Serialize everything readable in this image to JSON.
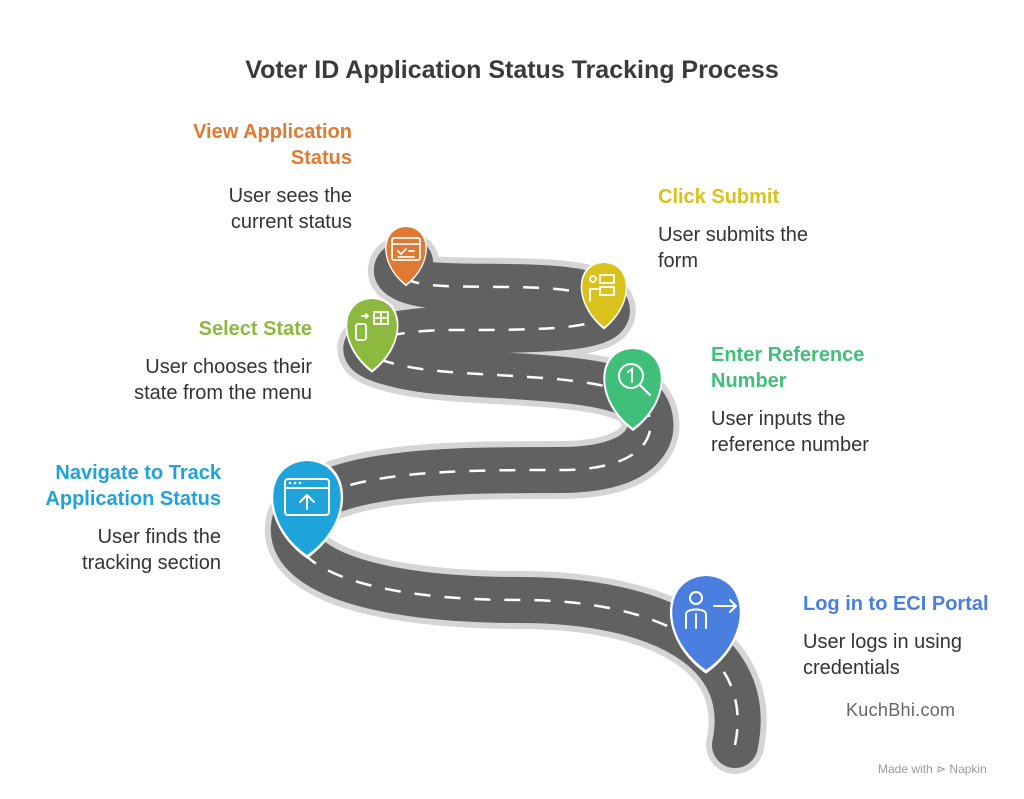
{
  "title": "Voter ID Application Status Tracking Process",
  "steps": [
    {
      "heading": "Log in to ECI Portal",
      "description": "User logs in using credentials",
      "color": "#4a7fe0",
      "icon": "person-login-icon"
    },
    {
      "heading": "Navigate to Track Application Status",
      "description": "User finds the tracking section",
      "color": "#1fa3db",
      "icon": "window-upload-icon"
    },
    {
      "heading": "Enter Reference Number",
      "description": "User inputs the reference number",
      "color": "#3fbf7a",
      "icon": "search-number-icon"
    },
    {
      "heading": "Select State",
      "description": "User chooses their state from the menu",
      "color": "#8dba3e",
      "icon": "phone-grid-icon"
    },
    {
      "heading": "Click Submit",
      "description": "User submits the form",
      "color": "#d9c21c",
      "icon": "form-submit-icon"
    },
    {
      "heading": "View Application Status",
      "description": "User sees the current status",
      "color": "#e07a32",
      "icon": "status-window-icon"
    }
  ],
  "watermark": "KuchBhi.com",
  "footer": "Made with ⋗ Napkin"
}
